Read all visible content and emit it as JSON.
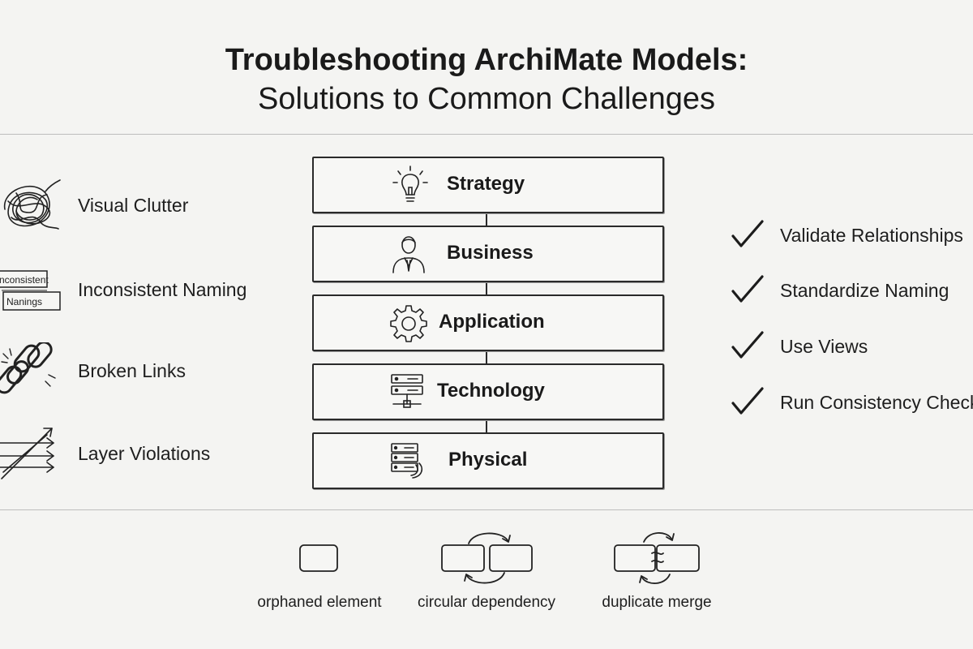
{
  "title": {
    "line1": "Troubleshooting ArchiMate Models:",
    "line2": "Solutions to Common Challenges"
  },
  "challenges": [
    {
      "label": "Visual Clutter",
      "icon": "tangle-icon"
    },
    {
      "label": "Inconsistent Naming",
      "icon": "name-tags-icon",
      "tag_top": "nconsistent",
      "tag_bottom": "Nanings"
    },
    {
      "label": "Broken Links",
      "icon": "broken-chain-icon"
    },
    {
      "label": "Layer Violations",
      "icon": "crossing-arrows-icon"
    }
  ],
  "layers": [
    {
      "name": "Strategy",
      "icon": "lightbulb-icon"
    },
    {
      "name": "Business",
      "icon": "person-icon"
    },
    {
      "name": "Application",
      "icon": "gear-icon"
    },
    {
      "name": "Technology",
      "icon": "server-network-icon"
    },
    {
      "name": "Physical",
      "icon": "server-rack-icon"
    }
  ],
  "solutions": [
    {
      "label": "Validate Relationships",
      "icon": "checkmark-icon"
    },
    {
      "label": "Standardize Naming",
      "icon": "checkmark-icon"
    },
    {
      "label": "Use Views",
      "icon": "checkmark-icon"
    },
    {
      "label": "Run Consistency Checks",
      "icon": "checkmark-icon"
    }
  ],
  "issues": [
    {
      "label": "orphaned element",
      "icon": "single-box-icon"
    },
    {
      "label": "circular dependency",
      "icon": "cycle-boxes-icon"
    },
    {
      "label": "duplicate merge",
      "icon": "merge-boxes-icon"
    }
  ],
  "colors": {
    "background": "#f4f4f2",
    "ink": "#1c1c1c",
    "rule": "#bdbdbd"
  }
}
